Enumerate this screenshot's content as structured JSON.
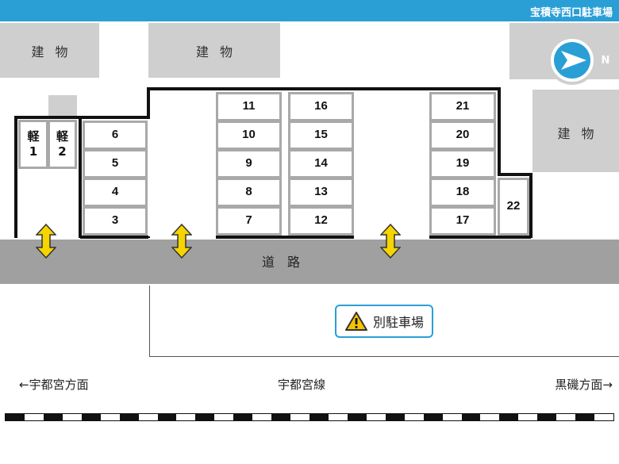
{
  "header": {
    "title": "宝積寺西口駐車場"
  },
  "buildings": [
    "建物",
    "建物",
    "建物"
  ],
  "compass": {
    "label": "N",
    "direction": "east"
  },
  "spots": {
    "kei": [
      "軽\n1",
      "軽\n2"
    ],
    "block_a": [
      "6",
      "5",
      "4",
      "3"
    ],
    "block_b": [
      "11",
      "10",
      "9",
      "8",
      "7"
    ],
    "block_c": [
      "16",
      "15",
      "14",
      "13",
      "12"
    ],
    "block_d": [
      "21",
      "20",
      "19",
      "18",
      "17"
    ],
    "block_e": [
      "22"
    ]
  },
  "road": {
    "label": "道路"
  },
  "alternate_parking": {
    "label": "別駐車場"
  },
  "railway": {
    "left_direction": "←宇都宮方面",
    "line_name": "宇都宮線",
    "right_direction": "黒磯方面→"
  },
  "colors": {
    "accent": "#2a9fd6",
    "arrow": "#f5d400",
    "building": "#cfcfcf",
    "road": "#a0a0a0",
    "warning": "#f5c400"
  }
}
